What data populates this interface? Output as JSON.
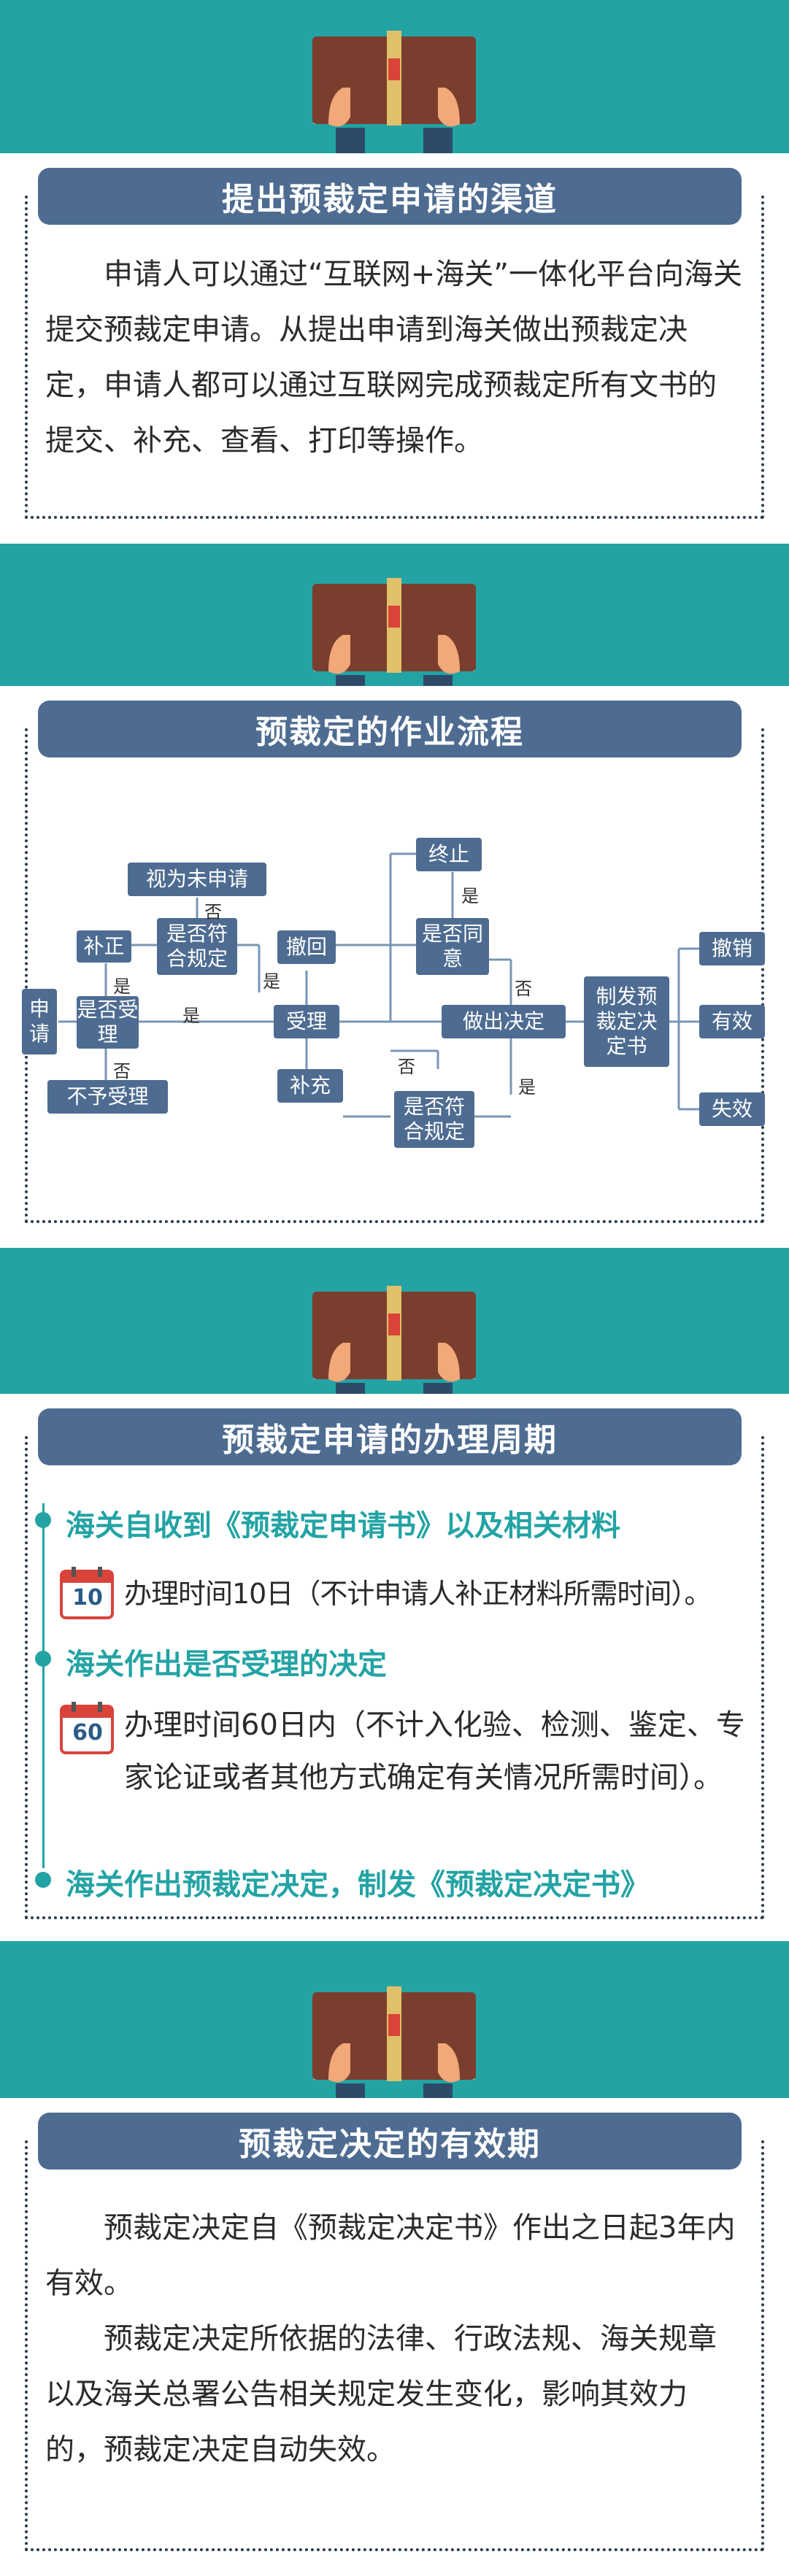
{
  "sections": {
    "channels": {
      "title": "提出预裁定申请的渠道",
      "p1": "申请人可以通过“互联网+海关”一体化平台向海关提交预裁定申请。从提出申请到海关做出预裁定决定，申请人都可以通过互联网完成预裁定所有文书的提交、补充、查看、打印等操作。"
    },
    "flow": {
      "title": "预裁定的作业流程",
      "boxes": {
        "apply": "申请",
        "accept_q": "是否受理",
        "supplement": "补正",
        "compliant_q1": "是否符合规定",
        "not_applied": "视为未申请",
        "reject": "不予受理",
        "withdraw": "撤回",
        "accept": "受理",
        "supplement2": "补充",
        "compliant_q2": "是否符合规定",
        "terminate": "终止",
        "agree_q": "是否同意",
        "decide": "做出决定",
        "issue": "制发预裁定决定书",
        "revoke": "撤销",
        "valid": "有效",
        "invalid": "失效"
      },
      "labels": {
        "yes": "是",
        "no": "否"
      }
    },
    "period": {
      "title": "预裁定申请的办理周期",
      "h1": "海关自收到《预裁定申请书》以及相关材料",
      "t1": "办理时间10日（不计申请人补正材料所需时间）。",
      "cal1": "10",
      "h2": "海关作出是否受理的决定",
      "t2": "办理时间60日内（不计入化验、检测、鉴定、专家论证或者其他方式确定有关情况所需时间）。",
      "cal2": "60",
      "h3": "海关作出预裁定决定，制发《预裁定决定书》"
    },
    "validity": {
      "title": "预裁定决定的有效期",
      "p1": "预裁定决定自《预裁定决定书》作出之日起3年内有效。",
      "p2": "预裁定决定所依据的法律、行政法规、海关规章以及海关总署公告相关规定发生变化，影响其效力的，预裁定决定自动失效。"
    }
  },
  "colors": {
    "teal": "#23a3a4",
    "title_bar": "#4e6c91",
    "book_brown": "#7a3e2e"
  }
}
